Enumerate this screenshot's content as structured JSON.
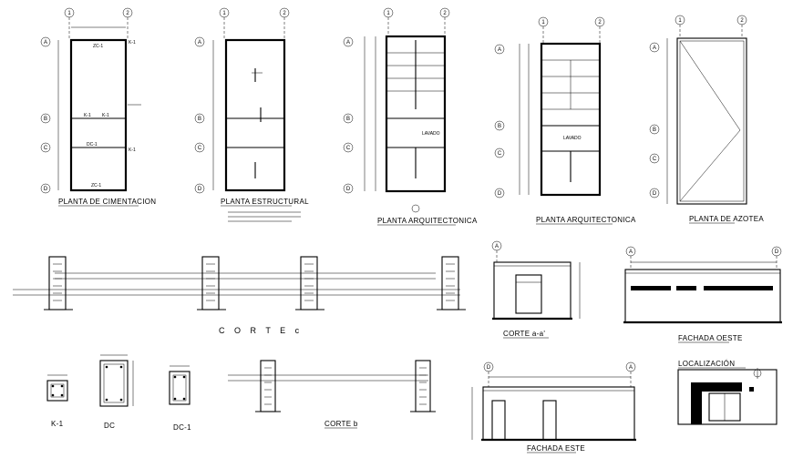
{
  "drawings": {
    "plan_foundation": {
      "title": "PLANTA DE CIMENTACION",
      "labels": [
        "ZC-1",
        "K-1",
        "K-1",
        "K-1",
        "DC-1",
        "K-1",
        "ZC-1"
      ]
    },
    "plan_structural": {
      "title": "PLANTA ESTRUCTURAL"
    },
    "plan_arch_1": {
      "title": "PLANTA ARQUITECTONICA",
      "room_label": "LAVADO"
    },
    "plan_arch_2": {
      "title": "PLANTA ARQUITECTONICA",
      "room_label": "LAVADO"
    },
    "plan_roof": {
      "title": "PLANTA DE AZOTEA"
    },
    "section_c": {
      "title": "C O R T E   c"
    },
    "section_aa": {
      "title": "CORTE a-a'"
    },
    "elevation_west": {
      "title": "FACHADA OESTE"
    },
    "column_k1": {
      "title": "K-1"
    },
    "beam_dc": {
      "title": "DC"
    },
    "beam_dc1": {
      "title": "DC-1"
    },
    "section_b": {
      "title": "CORTE b"
    },
    "elevation_east": {
      "title": "FACHADA ESTE"
    },
    "location": {
      "title": "LOCALIZACIÓN"
    }
  },
  "grid_bubbles": {
    "numbers": [
      "1",
      "2"
    ],
    "letters": [
      "A",
      "B",
      "C",
      "D"
    ]
  }
}
